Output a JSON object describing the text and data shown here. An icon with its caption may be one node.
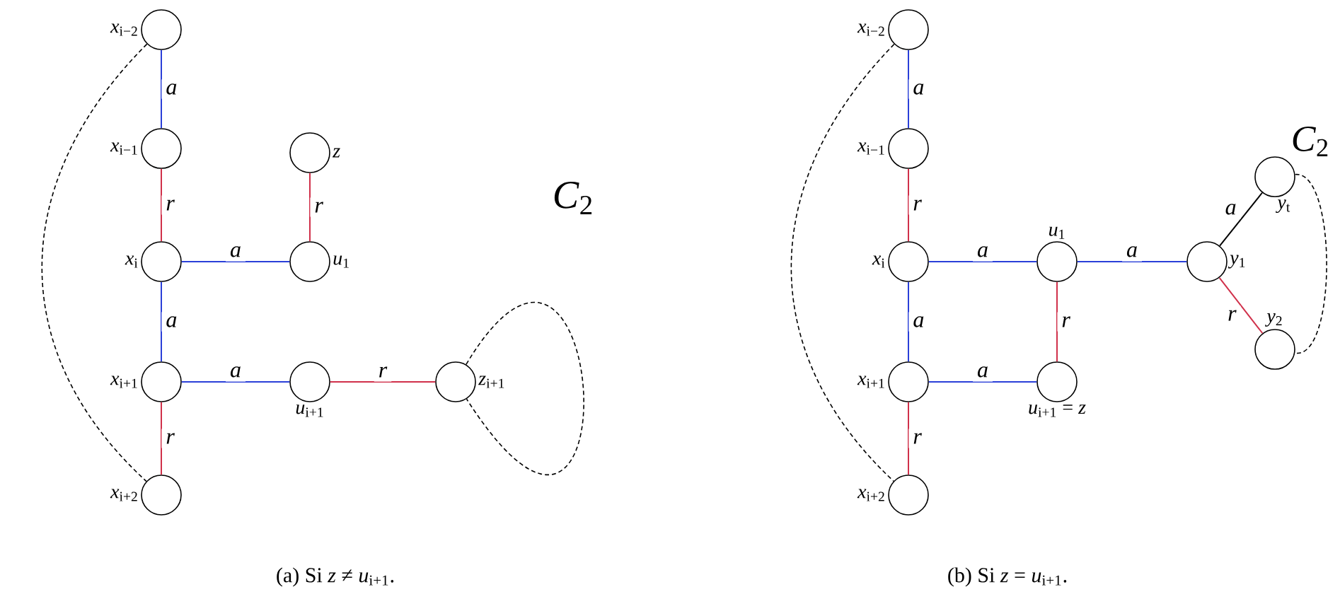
{
  "diagram": {
    "nodes": [
      {
        "text": [],
        "shape": "circle",
        "beside": [
          "*x*$_{i−2}$"
        ]
      },
      {
        "text": [],
        "shape": "circle",
        "beside": [
          "*x*$_{i−1}$"
        ]
      },
      {
        "text": [],
        "shape": "circle",
        "beside": [
          "*z*"
        ]
      },
      {
        "text": [],
        "shape": "circle",
        "beside": [
          "*x*$_{i}$"
        ]
      },
      {
        "text": [],
        "shape": "circle",
        "beside": [
          "*u*$_{1}$"
        ]
      },
      {
        "text": [],
        "shape": "circle",
        "beside": [
          "*x*$_{i+1}$"
        ]
      },
      {
        "text": [],
        "shape": "circle",
        "beside": [
          "*u*$_{i+1}$"
        ]
      },
      {
        "text": [],
        "shape": "circle",
        "beside": [
          "*z*$_{i+1}$"
        ]
      },
      {
        "text": [],
        "shape": "circle",
        "beside": [
          "*x*$_{i+2}$"
        ]
      },
      {
        "text": [],
        "shape": "circle",
        "beside": [
          "*x*$_{i−2}$"
        ]
      },
      {
        "text": [],
        "shape": "circle",
        "beside": [
          "*x*$_{i−1}$"
        ]
      },
      {
        "text": [],
        "shape": "circle",
        "beside": [
          "*x*$_{i}$"
        ]
      },
      {
        "text": [],
        "shape": "circle",
        "beside": [
          "*u*$_{1}$"
        ]
      },
      {
        "text": [],
        "shape": "circle",
        "beside": [
          "*y*$_{1}$"
        ]
      },
      {
        "text": [],
        "shape": "circle",
        "beside": [
          "*y*$_{t}$"
        ]
      },
      {
        "text": [],
        "shape": "circle",
        "beside": [
          "*x*$_{i+1}$"
        ]
      },
      {
        "text": [],
        "shape": "circle",
        "beside": [
          "*u*$_{i+1}$ = *z*"
        ]
      },
      {
        "text": [],
        "shape": "circle",
        "beside": [
          "*y*$_{2}$"
        ]
      },
      {
        "text": [],
        "shape": "circle",
        "beside": [
          "*x*$_{i+2}$"
        ]
      }
    ],
    "edges": [
      {
        "from": 0,
        "to": 1,
        "arrow": "none",
        "label": "a"
      },
      {
        "from": 1,
        "to": 3,
        "arrow": "none",
        "label": "r",
        "color": "#d0304a"
      },
      {
        "from": 2,
        "to": 4,
        "arrow": "none",
        "label": "r",
        "color": "#d0304a"
      },
      {
        "from": 3,
        "to": 4,
        "arrow": "none",
        "label": "a"
      },
      {
        "from": 3,
        "to": 5,
        "arrow": "none",
        "label": "a"
      },
      {
        "from": 5,
        "to": 6,
        "arrow": "none",
        "label": "a"
      },
      {
        "from": 6,
        "to": 7,
        "arrow": "none",
        "label": "r",
        "color": "#d0304a"
      },
      {
        "from": 5,
        "to": 8,
        "arrow": "none",
        "label": "r",
        "color": "#d0304a"
      },
      {
        "from": 0,
        "to": 8,
        "arrow": "none",
        "style": "dashed",
        "color": "#000000"
      },
      {
        "from": 7,
        "to": 7,
        "arrow": "none",
        "style": "dashed",
        "color": "#000000"
      },
      {
        "from": 9,
        "to": 10,
        "arrow": "none",
        "label": "a"
      },
      {
        "from": 10,
        "to": 11,
        "arrow": "none",
        "label": "r",
        "color": "#d0304a"
      },
      {
        "from": 11,
        "to": 12,
        "arrow": "none",
        "label": "a"
      },
      {
        "from": 11,
        "to": 15,
        "arrow": "none",
        "label": "a"
      },
      {
        "from": 12,
        "to": 16,
        "arrow": "none",
        "label": "r",
        "color": "#d0304a"
      },
      {
        "from": 15,
        "to": 16,
        "arrow": "none",
        "label": "a"
      },
      {
        "from": 12,
        "to": 13,
        "arrow": "none",
        "label": "a"
      },
      {
        "from": 13,
        "to": 14,
        "arrow": "none",
        "label": "a",
        "color": "#000000"
      },
      {
        "from": 13,
        "to": 17,
        "arrow": "none",
        "label": "r",
        "color": "#d0304a"
      },
      {
        "from": 15,
        "to": 18,
        "arrow": "none",
        "label": "r",
        "color": "#d0304a"
      },
      {
        "from": 9,
        "to": 18,
        "arrow": "none",
        "style": "dashed",
        "color": "#000000"
      },
      {
        "from": 14,
        "to": 17,
        "arrow": "none",
        "style": "dashed",
        "color": "#000000"
      }
    ],
    "labels": [
      "*C*$_{2}$",
      "*C*$_{2}$",
      "(a) Si *z* ≠ *u*$_{i+1}$.",
      "(b) Si *z* = *u*$_{i+1}$."
    ]
  }
}
